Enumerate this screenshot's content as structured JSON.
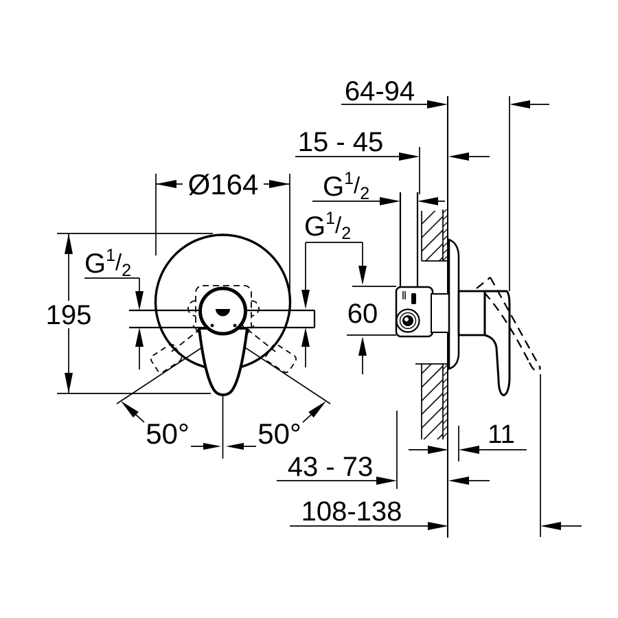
{
  "drawing": {
    "type": "technical-installation-drawing",
    "product": "concealed single-lever shower mixer",
    "line_color": "#000000",
    "background": "#ffffff",
    "front_view": {
      "diameter_label": "Ø164",
      "height_label": "195",
      "swing_angle_left": "50°",
      "swing_angle_right": "50°"
    },
    "side_view": {
      "projection_range": "64-94",
      "recess_depth_range": "15 - 45",
      "port_spacing": "60",
      "plate_thickness": "11",
      "body_depth_range": "43 - 73",
      "total_projection_range": "108-138"
    },
    "thread": {
      "g": "G",
      "sup": "1",
      "slash": "/",
      "sub": "2"
    }
  }
}
